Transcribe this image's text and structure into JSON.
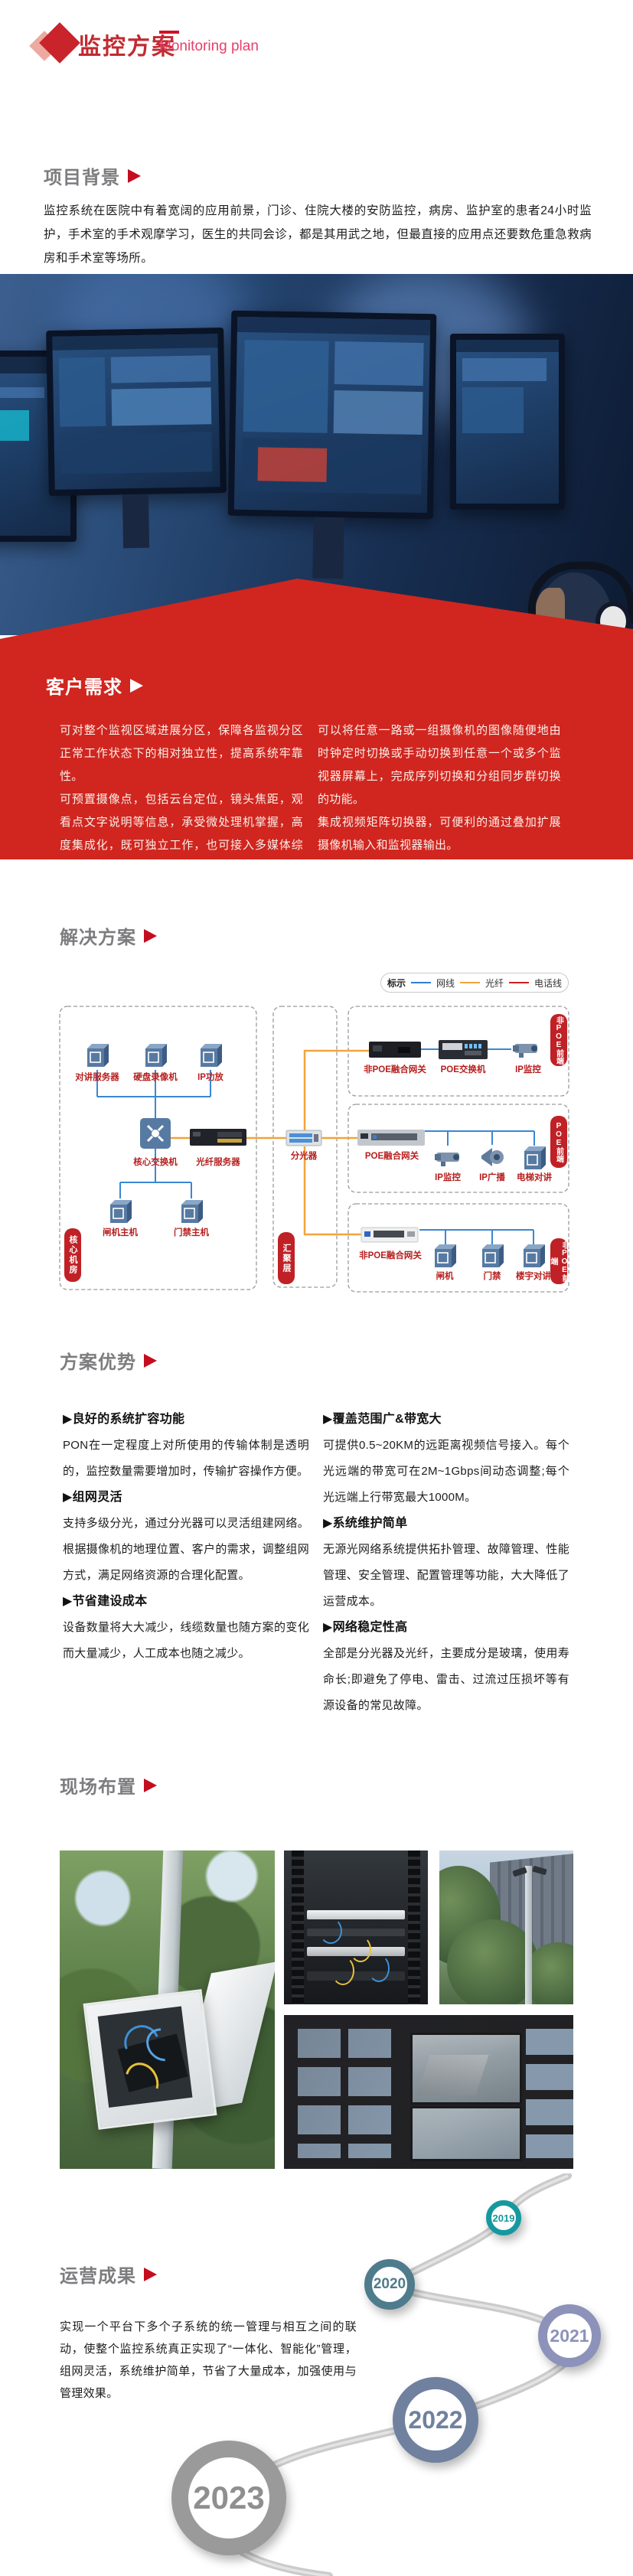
{
  "header": {
    "title": "监控方案",
    "subtitle": "Monitoring plan"
  },
  "background": {
    "title": "项目背景",
    "body": "监控系统在医院中有着宽阔的应用前景，门诊、住院大楼的安防监控，病房、监护室的患者24小时监护，手术室的手术观摩学习，医生的共同会诊，都是其用武之地，但最直接的应用点还要数危重急救病房和手术室等场所。"
  },
  "requirements": {
    "title": "客户需求",
    "left_p1": "可对整个监视区域进展分区，保障各监视分区正常工作状态下的相对独立性，提高系统牢靠性。",
    "left_p2": "可预置摄像点，包括云台定位，镜头焦距，观看点文字说明等信息，承受微处理机掌握，高度集成化，既可独立工作，也可接入多媒体综合治理系统。",
    "right_p1": "可以将任意一路或一组摄像机的图像随便地由时钟定时切换或手动切换到任意一个或多个监视器屏幕上，完成序列切换和分组同步群切换的功能。",
    "right_p2": "集成视频矩阵切换器，可便利的通过叠加扩展摄像机输入和监视器输出。"
  },
  "solution": {
    "title": "解决方案",
    "legend": {
      "label": "标示",
      "net": "网线",
      "fiber": "光纤",
      "phone": "电话线",
      "net_color": "#2f7fd1",
      "fiber_color": "#f2a33c",
      "phone_color": "#d0201f"
    },
    "diagram": {
      "zones": {
        "core_room": "核心机房",
        "aggregation": "汇聚层",
        "non_poe_front_1": "非POE前端",
        "poe_front": "POE前端",
        "non_poe_front_2": "非POE前端"
      },
      "labels": {
        "intercom_server": "对讲服务器",
        "dvr": "硬盘录像机",
        "ip_amp": "IP功放",
        "core_switch": "核心交换机",
        "fiber_server": "光纤服务器",
        "gate_host": "闸机主机",
        "access_host": "门禁主机",
        "splitter": "分光器",
        "non_poe_gateway_1": "非POE融合网关",
        "poe_switch": "POE交换机",
        "ip_cam_1": "IP监控",
        "poe_gateway": "POE融合网关",
        "ip_cam_2": "IP监控",
        "ip_broadcast": "IP广播",
        "elevator_intercom": "电梯对讲",
        "non_poe_gateway_2": "非POE融合网关",
        "gate": "闸机",
        "access": "门禁",
        "building_intercom": "楼宇对讲"
      }
    }
  },
  "advantages": {
    "title": "方案优势",
    "left": [
      {
        "heading": "▶良好的系统扩容功能",
        "body": "PON在一定程度上对所使用的传输体制是透明的，监控数量需要增加时，传输扩容操作方便。"
      },
      {
        "heading": "▶组网灵活",
        "body": "支持多级分光，通过分光器可以灵活组建网络。根据摄像机的地理位置、客户的需求，调整组网方式，满足网络资源的合理化配置。"
      },
      {
        "heading": "▶节省建设成本",
        "body": "设备数量将大大减少，线缆数量也随方案的变化而大量减少，人工成本也随之减少。"
      }
    ],
    "right": [
      {
        "heading": "▶覆盖范围广&带宽大",
        "body": "可提供0.5~20KM的远距离视频信号接入。每个光远端的带宽可在2M~1Gbps间动态调整;每个光远端上行带宽最大1000M。"
      },
      {
        "heading": "▶系统维护简单",
        "body": "无源光网络系统提供拓扑管理、故障管理、性能管理、安全管理、配置管理等功能，大大降低了运营成本。"
      },
      {
        "heading": "▶网络稳定性高",
        "body": "全部是分光器及光纤，主要成分是玻璃，使用寿命长;即避免了停电、雷击、过流过压损坏等有源设备的常见故障。"
      }
    ]
  },
  "site": {
    "title": "现场布置"
  },
  "results": {
    "title": "运营成果",
    "body": "实现一个平台下多个子系统的统一管理与相互之间的联动，使整个监控系统真正实现了“一体化、智能化”管理，组网灵活，系统维护简单，节省了大量成本，加强使用与管理效果。",
    "timeline": [
      {
        "year": "2019",
        "color": "#16989f"
      },
      {
        "year": "2020",
        "color": "#4e7c8c"
      },
      {
        "year": "2021",
        "color": "#8d92ba"
      },
      {
        "year": "2022",
        "color": "#6f819e"
      },
      {
        "year": "2023",
        "color": "#9a9a9a"
      }
    ]
  },
  "colors": {
    "brand_red": "#c22a31",
    "block_red": "#d0261f",
    "section_title_gray": "#7d7d80",
    "diagram_label_red": "#b6201f"
  }
}
